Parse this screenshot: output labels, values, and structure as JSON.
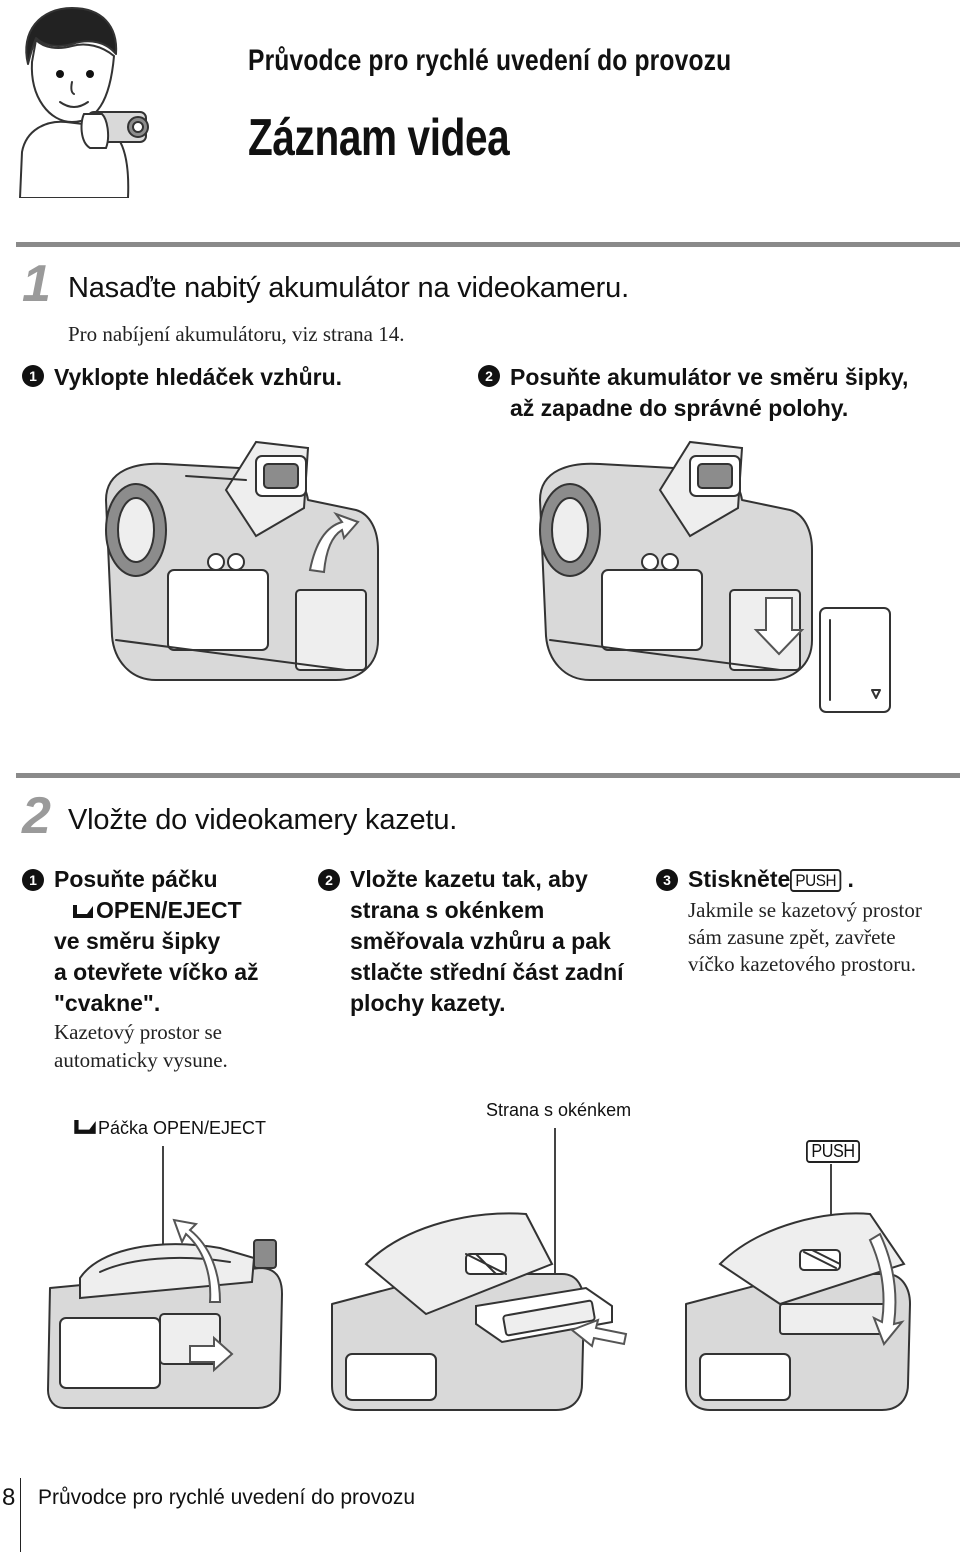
{
  "header": {
    "kicker": "Průvodce pro rychlé uvedení do provozu",
    "title": "Záznam videa"
  },
  "step1": {
    "number": "1",
    "title": "Nasaďte nabitý akumulátor na videokameru.",
    "note": "Pro nabíjení akumulátoru, viz strana 14.",
    "substeps": [
      {
        "marker": "1",
        "text": "Vyklopte hledáček vzhůru."
      },
      {
        "marker": "2",
        "text_line1": "Posuňte akumulátor ve směru šipky,",
        "text_line2": "až zapadne do správné polohy."
      }
    ]
  },
  "step2": {
    "number": "2",
    "title": "Vložte do videokamery kazetu.",
    "substeps": [
      {
        "marker": "1",
        "lines": [
          "Posuňte páčku",
          "OPEN/EJECT",
          "ve směru šipky",
          "a otevřete víčko až",
          "\"cvakne\"."
        ],
        "note_lines": [
          "Kazetový prostor se",
          "automaticky vysune."
        ]
      },
      {
        "marker": "2",
        "lines": [
          "Vložte kazetu tak, aby",
          "strana s okénkem",
          "směřovala vzhůru a pak",
          "stlačte střední část zadní",
          "plochy kazety."
        ]
      },
      {
        "marker": "3",
        "lead": "Stiskněte",
        "key": "PUSH",
        "trail": ".",
        "note_lines": [
          "Jakmile se kazetový prostor",
          "sám zasune zpět, zavřete",
          "víčko kazetového prostoru."
        ]
      }
    ],
    "callouts": {
      "lever": "Páčka OPEN/EJECT",
      "window_side": "Strana s okénkem",
      "push_key": "PUSH"
    }
  },
  "footer": {
    "page_number": "8",
    "text": "Průvodce pro rychlé uvedení do provozu"
  }
}
